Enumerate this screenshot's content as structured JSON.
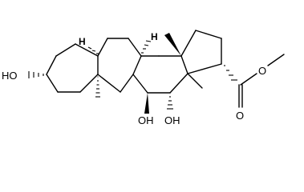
{
  "molecule": {
    "atom_labels": {
      "hydroxyl_c3": "HO",
      "hydroxyl_c11": "OH",
      "hydroxyl_c12": "OH",
      "h_c5": "H",
      "h_c9": "H",
      "ester_carbonyl_o": "O",
      "ester_ether_o": "O"
    }
  }
}
